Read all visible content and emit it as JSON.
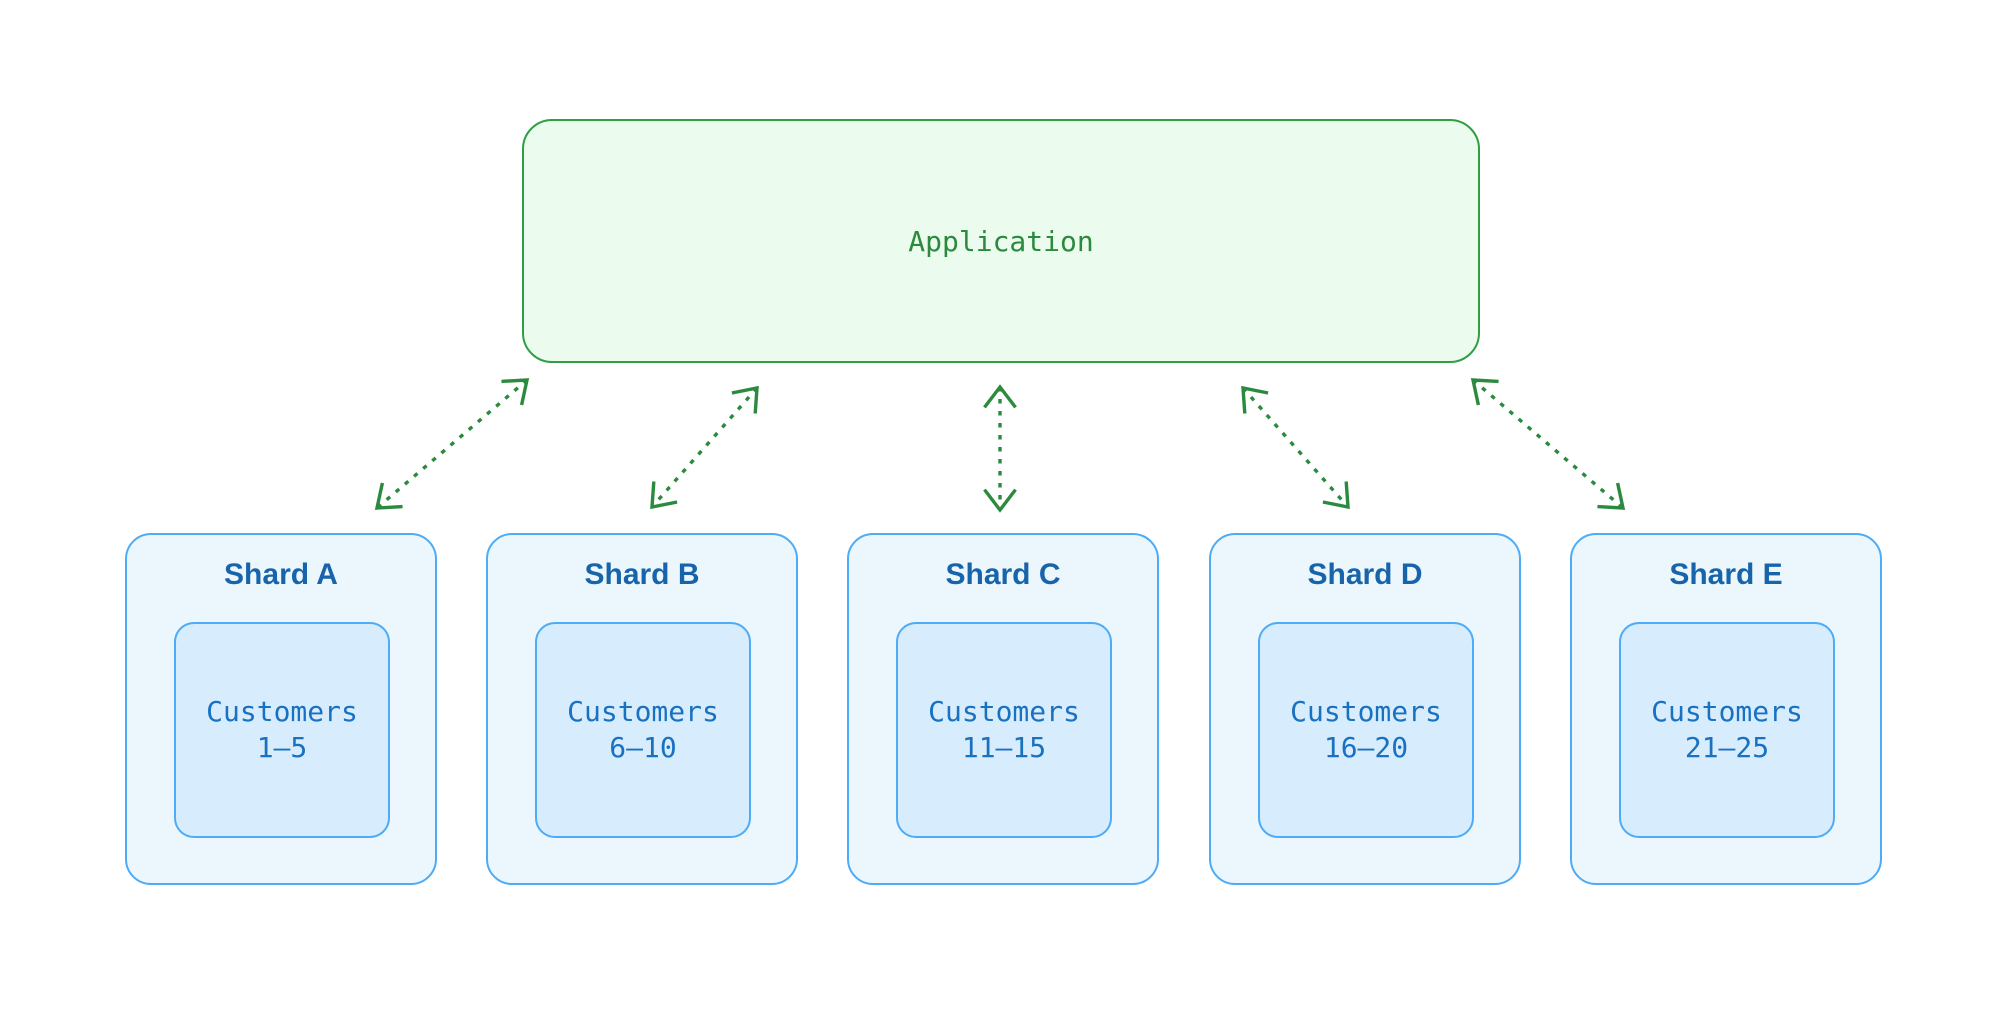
{
  "diagram": {
    "application_label": "Application",
    "shards": [
      {
        "label": "Shard A",
        "customers_label": "Customers",
        "range": "1–5"
      },
      {
        "label": "Shard B",
        "customers_label": "Customers",
        "range": "6–10"
      },
      {
        "label": "Shard C",
        "customers_label": "Customers",
        "range": "11–15"
      },
      {
        "label": "Shard D",
        "customers_label": "Customers",
        "range": "16–20"
      },
      {
        "label": "Shard E",
        "customers_label": "Customers",
        "range": "21–25"
      }
    ],
    "colors": {
      "app_fill": "#ebfbee",
      "app_border": "#2f9e44",
      "app_text": "#2b8a3e",
      "arrow": "#2b8a3e",
      "shard_fill": "#ecf7fd",
      "shard_border": "#4dabf7",
      "shard_title_text": "#1864ab",
      "customers_fill": "#d7ecfc",
      "customers_text": "#1971c2"
    }
  }
}
